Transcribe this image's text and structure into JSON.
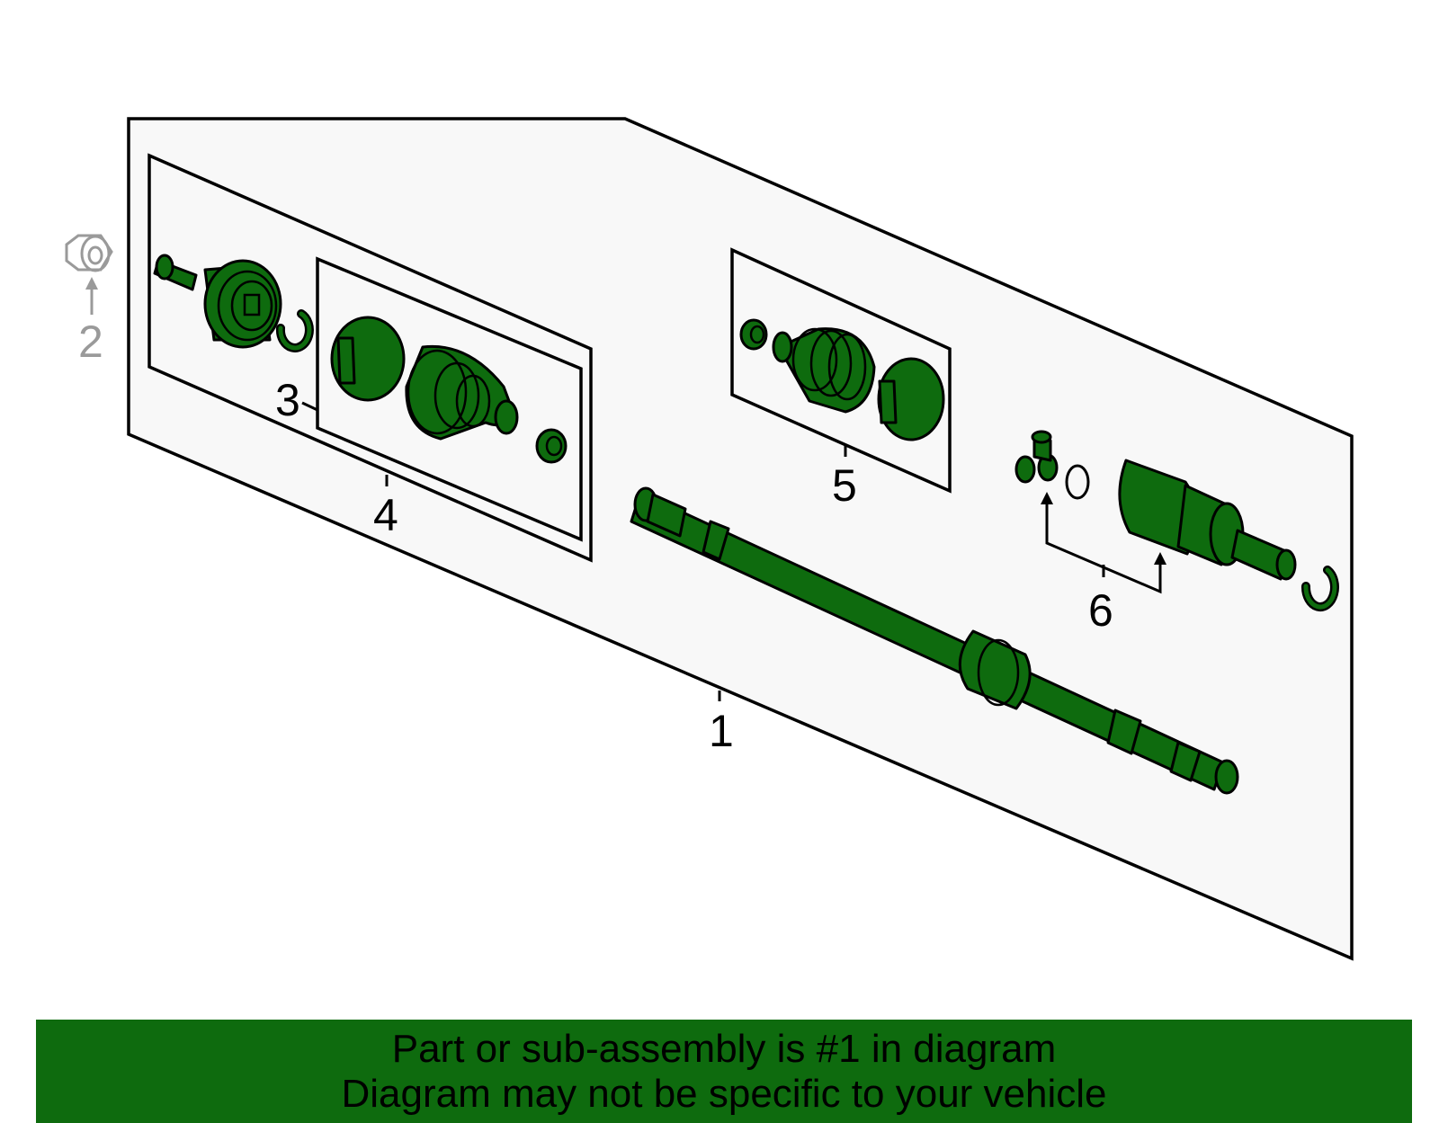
{
  "callouts": {
    "c1": "1",
    "c2": "2",
    "c3": "3",
    "c4": "4",
    "c5": "5",
    "c6": "6"
  },
  "banner": {
    "line1": "Part or sub-assembly is #1 in diagram",
    "line2": "Diagram may not be specific to your vehicle"
  },
  "colors": {
    "part_fill": "#0e6b0e",
    "banner_bg": "#0e6b0e",
    "panel_bg": "#f8f8f8",
    "outline": "#000000",
    "reference_grey": "#9a9a9a"
  }
}
